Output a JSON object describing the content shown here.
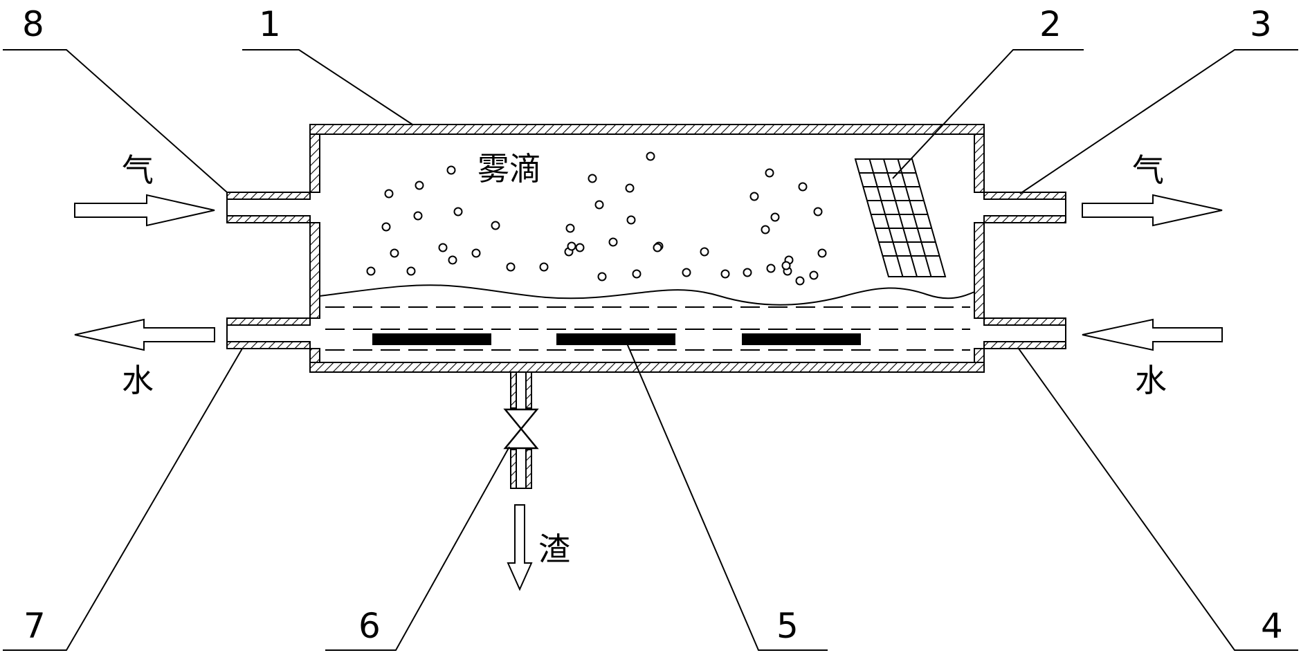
{
  "callouts": {
    "n1": "1",
    "n2": "2",
    "n3": "3",
    "n4": "4",
    "n5": "5",
    "n6": "6",
    "n7": "7",
    "n8": "8"
  },
  "text": {
    "gas_in": "气",
    "gas_out": "气",
    "water_out": "水",
    "water_in": "水",
    "mist": "雾滴",
    "slag": "渣"
  },
  "colors": {
    "stroke": "#000000",
    "background": "#ffffff"
  }
}
